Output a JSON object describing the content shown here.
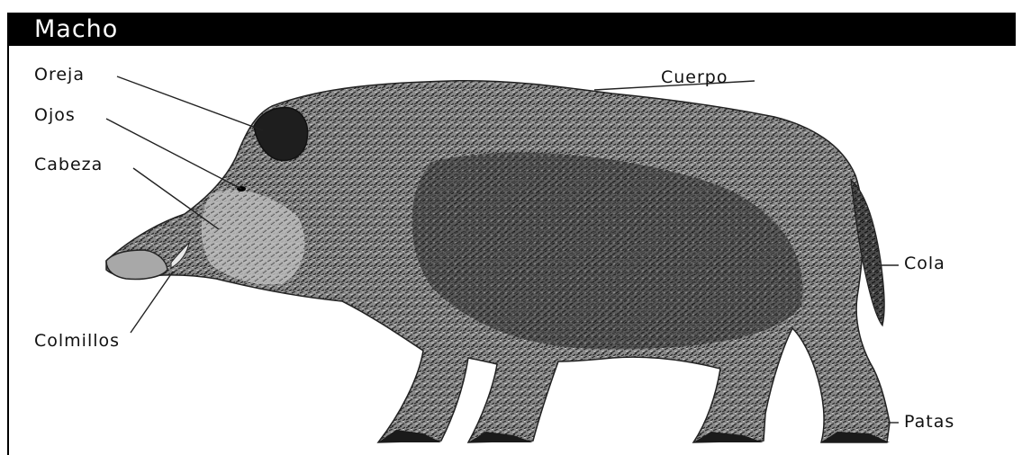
{
  "title": "Macho",
  "labels": {
    "oreja": "Oreja",
    "ojos": "Ojos",
    "cabeza": "Cabeza",
    "colmillos": "Colmillos",
    "cuerpo": "Cuerpo",
    "cola": "Cola",
    "patas": "Patas"
  },
  "colors": {
    "title_bar": "#000000",
    "title_text": "#ffffff",
    "label_text": "#111111",
    "fur_dark": "#2a2a2a",
    "fur_mid": "#6a6a6a",
    "fur_light": "#bdbdbd"
  }
}
